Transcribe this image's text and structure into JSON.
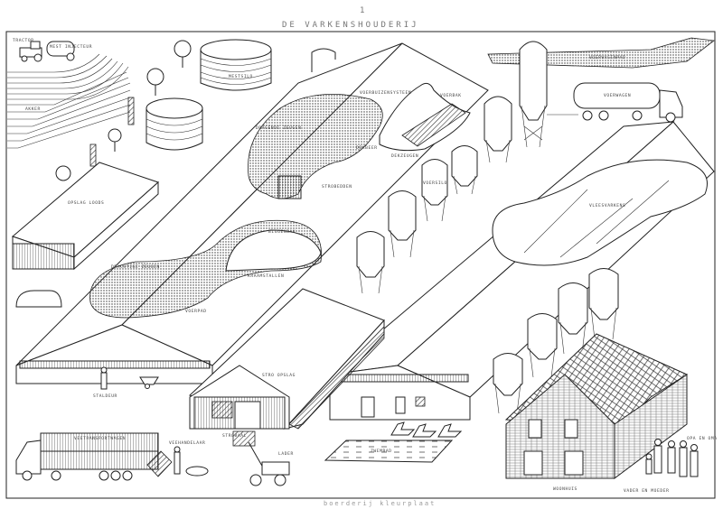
{
  "header": {
    "page_number": "1",
    "title": "DE VARKENSHOUDERIJ"
  },
  "labels": {
    "tractor": "TRACTOR",
    "mest_injecteur": "MEST INJECTEUR",
    "akker": "AKKER",
    "mestsilo": "MESTSILO",
    "voerbuizensysteem": "VOERBUIZENSYSTEEM",
    "voerbak": "VOERBAK",
    "dragende_zeugen": "DRAGENDE ZEUGEN",
    "dekbeer": "DEKBEER",
    "dekzeugen": "DEKZEUGEN",
    "strobedden": "STROBEDDEN",
    "voersilo": "VOERSILO",
    "vleesvarkens": "VLEESVARKENS",
    "voerwagen": "VOERWAGEN",
    "voerwagenpad": "VOERWAGENPAD",
    "opslag_loods": "OPSLAG LOODS",
    "biggenbak": "BIGGENBAK",
    "drachtige_zeugen": "DRACHTIGE ZEUGEN",
    "kraamstallen": "KRAAMSTALLEN",
    "voerpad": "VOERPAD",
    "staldeur": "STALDEUR",
    "stro_opslag": "STRO OPSLAG",
    "strobaal": "STROBAAL",
    "veetransportwagen": "VEETRANSPORTWAGEN",
    "veehandelaar": "VEEHANDELAAR",
    "lader": "LADER",
    "zwembad": "ZWEMBAD",
    "woonhuis": "WOONHUIS",
    "opa_en_oma": "OPA EN OMA",
    "vader_en_moeder": "VADER EN MOEDER"
  },
  "footer": {
    "caption": "boerderij kleurplaat"
  }
}
